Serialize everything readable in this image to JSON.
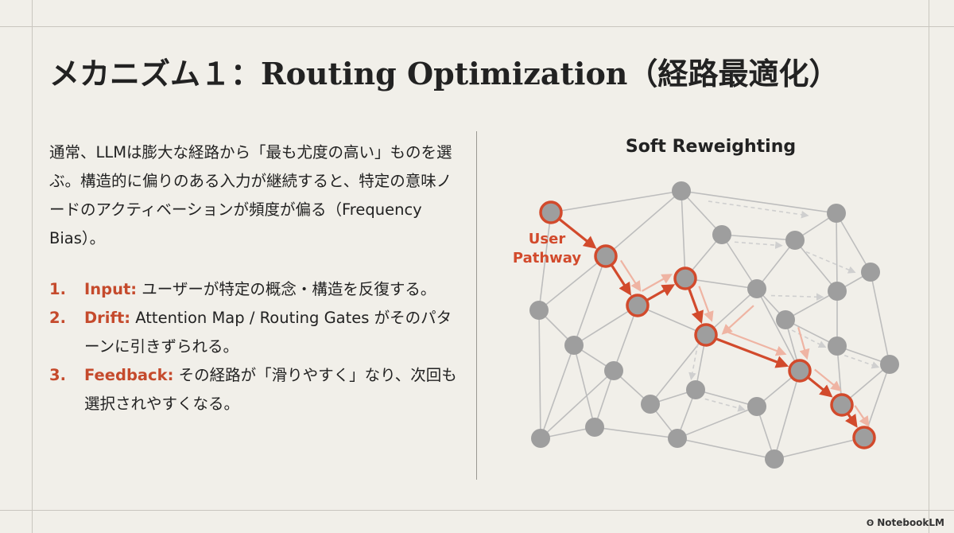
{
  "slide": {
    "title": "メカニズム１：Routing Optimization（経路最適化）",
    "intro": "通常、LLMは膨大な経路から「最も尤度の高い」ものを選ぶ。構造的に偏りのある入力が継続すると、特定の意味ノードのアクティベーションが頻度が偏る（Frequency Bias）。",
    "steps": [
      {
        "num": "1.",
        "key": "Input:",
        "text": " ユーザーが特定の概念・構造を反復する。"
      },
      {
        "num": "2.",
        "key": "Drift:",
        "text": " Attention Map / Routing Gates がそのパターンに引きずられる。"
      },
      {
        "num": "3.",
        "key": "Feedback:",
        "text": " その経路が「滑りやすく」なり、次回も選択されやすくなる。"
      }
    ]
  },
  "diagram": {
    "title": "Soft Reweighting",
    "pathway_label_1": "User",
    "pathway_label_2": "Pathway",
    "colors": {
      "accent": "#d24a2c",
      "node": "#9e9e9e",
      "edge": "#bdbdbd",
      "dashed": "#cfcfcf"
    }
  },
  "brand": {
    "name": "NotebookLM",
    "icon": "notebooklm-logo-icon"
  }
}
